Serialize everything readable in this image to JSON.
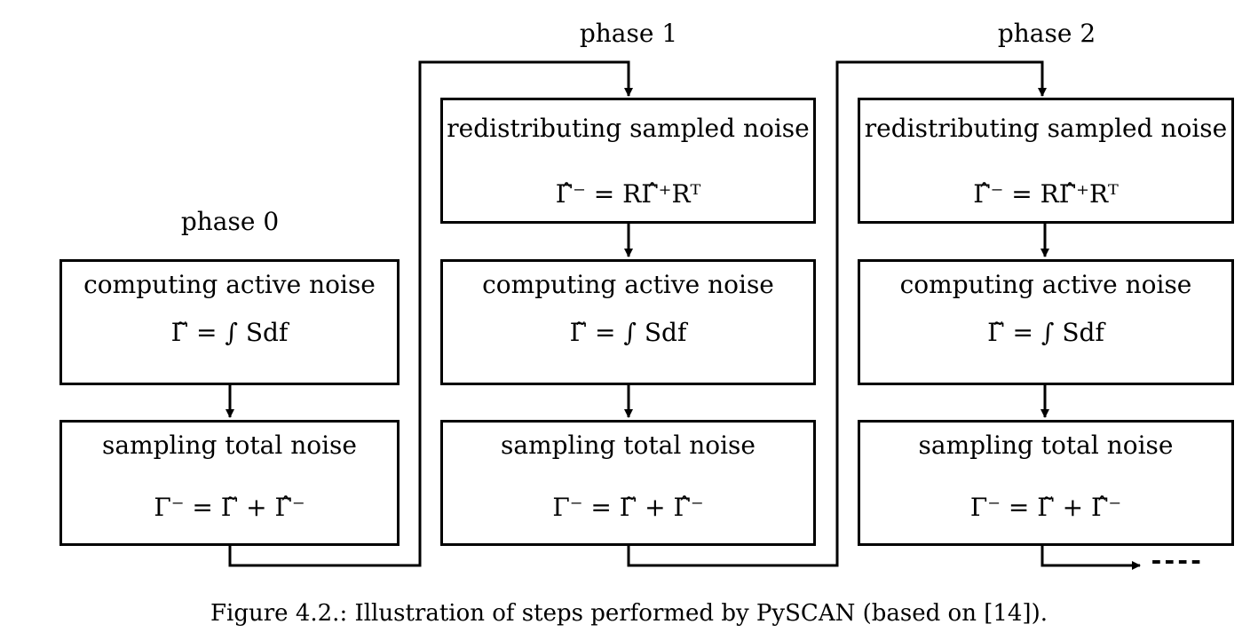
{
  "phases": [
    {
      "label": "phase 0"
    },
    {
      "label": "phase 1"
    },
    {
      "label": "phase 2"
    }
  ],
  "boxes": {
    "redistribute": {
      "title": "redistributing sampled noise",
      "equation": "Γ̂⁻ = RΓ̂⁺Rᵀ"
    },
    "active": {
      "title": "computing active noise",
      "equation": "Γ̃ = ∫ Sdf"
    },
    "sampling": {
      "title": "sampling total noise",
      "equation": "Γ⁻ = Γ̃ + Γ̂⁻"
    }
  },
  "continuation": "----",
  "caption": "Figure 4.2.: Illustration of steps performed by PySCAN (based on [14])."
}
